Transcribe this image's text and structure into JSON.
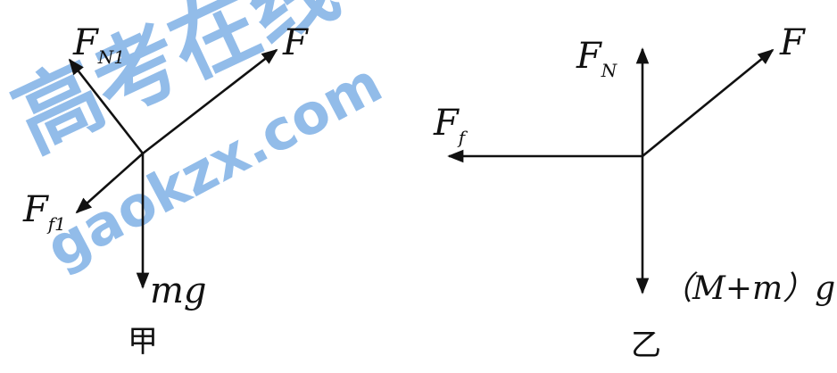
{
  "watermark": {
    "text1": "高考在线",
    "text2": "gaokzx.com"
  },
  "diagram_jia": {
    "caption": "甲",
    "labels": {
      "fn1_main": "F",
      "fn1_sub": "N1",
      "f_main": "F",
      "ff1_main": "F",
      "ff1_sub": "f1",
      "mg": "mg"
    }
  },
  "diagram_yi": {
    "caption": "乙",
    "labels": {
      "fn_main": "F",
      "fn_sub": "N",
      "f_main": "F",
      "ff_main": "F",
      "ff_sub": "f",
      "weight": "（M+m）g"
    }
  },
  "colors": {
    "ink": "#111111",
    "watermark": "#3a86d8"
  }
}
